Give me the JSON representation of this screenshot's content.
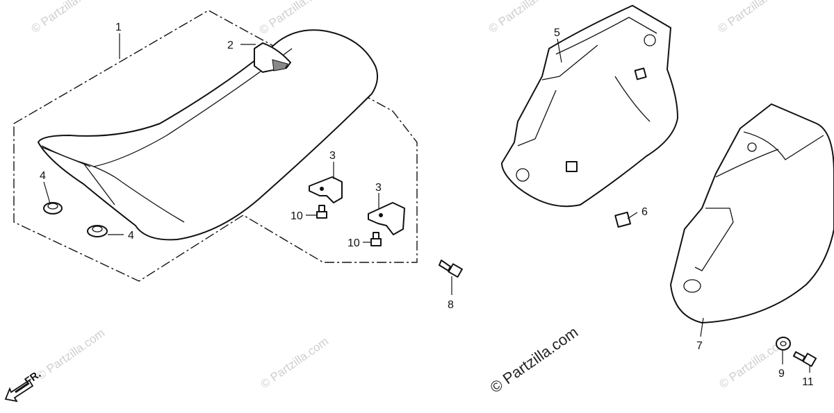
{
  "parts": [
    {
      "id": "seat",
      "ref": "1"
    },
    {
      "id": "seat-strap-tab",
      "ref": "2"
    },
    {
      "id": "seat-bracket-a",
      "ref": "3"
    },
    {
      "id": "seat-bracket-b",
      "ref": "3"
    },
    {
      "id": "rubber-cushion-a",
      "ref": "4"
    },
    {
      "id": "rubber-cushion-b",
      "ref": "4"
    },
    {
      "id": "left-side-cover",
      "ref": "5"
    },
    {
      "id": "clip-nut",
      "ref": "6"
    },
    {
      "id": "right-side-cover",
      "ref": "7"
    },
    {
      "id": "bolt-8",
      "ref": "8"
    },
    {
      "id": "washer-9",
      "ref": "9"
    },
    {
      "id": "screw-10-a",
      "ref": "10"
    },
    {
      "id": "screw-10-b",
      "ref": "10"
    },
    {
      "id": "bolt-11",
      "ref": "11"
    }
  ],
  "front_indicator": "FR.",
  "watermark": {
    "main": "© Partzilla.com",
    "faint": "© Partzilla.com"
  }
}
